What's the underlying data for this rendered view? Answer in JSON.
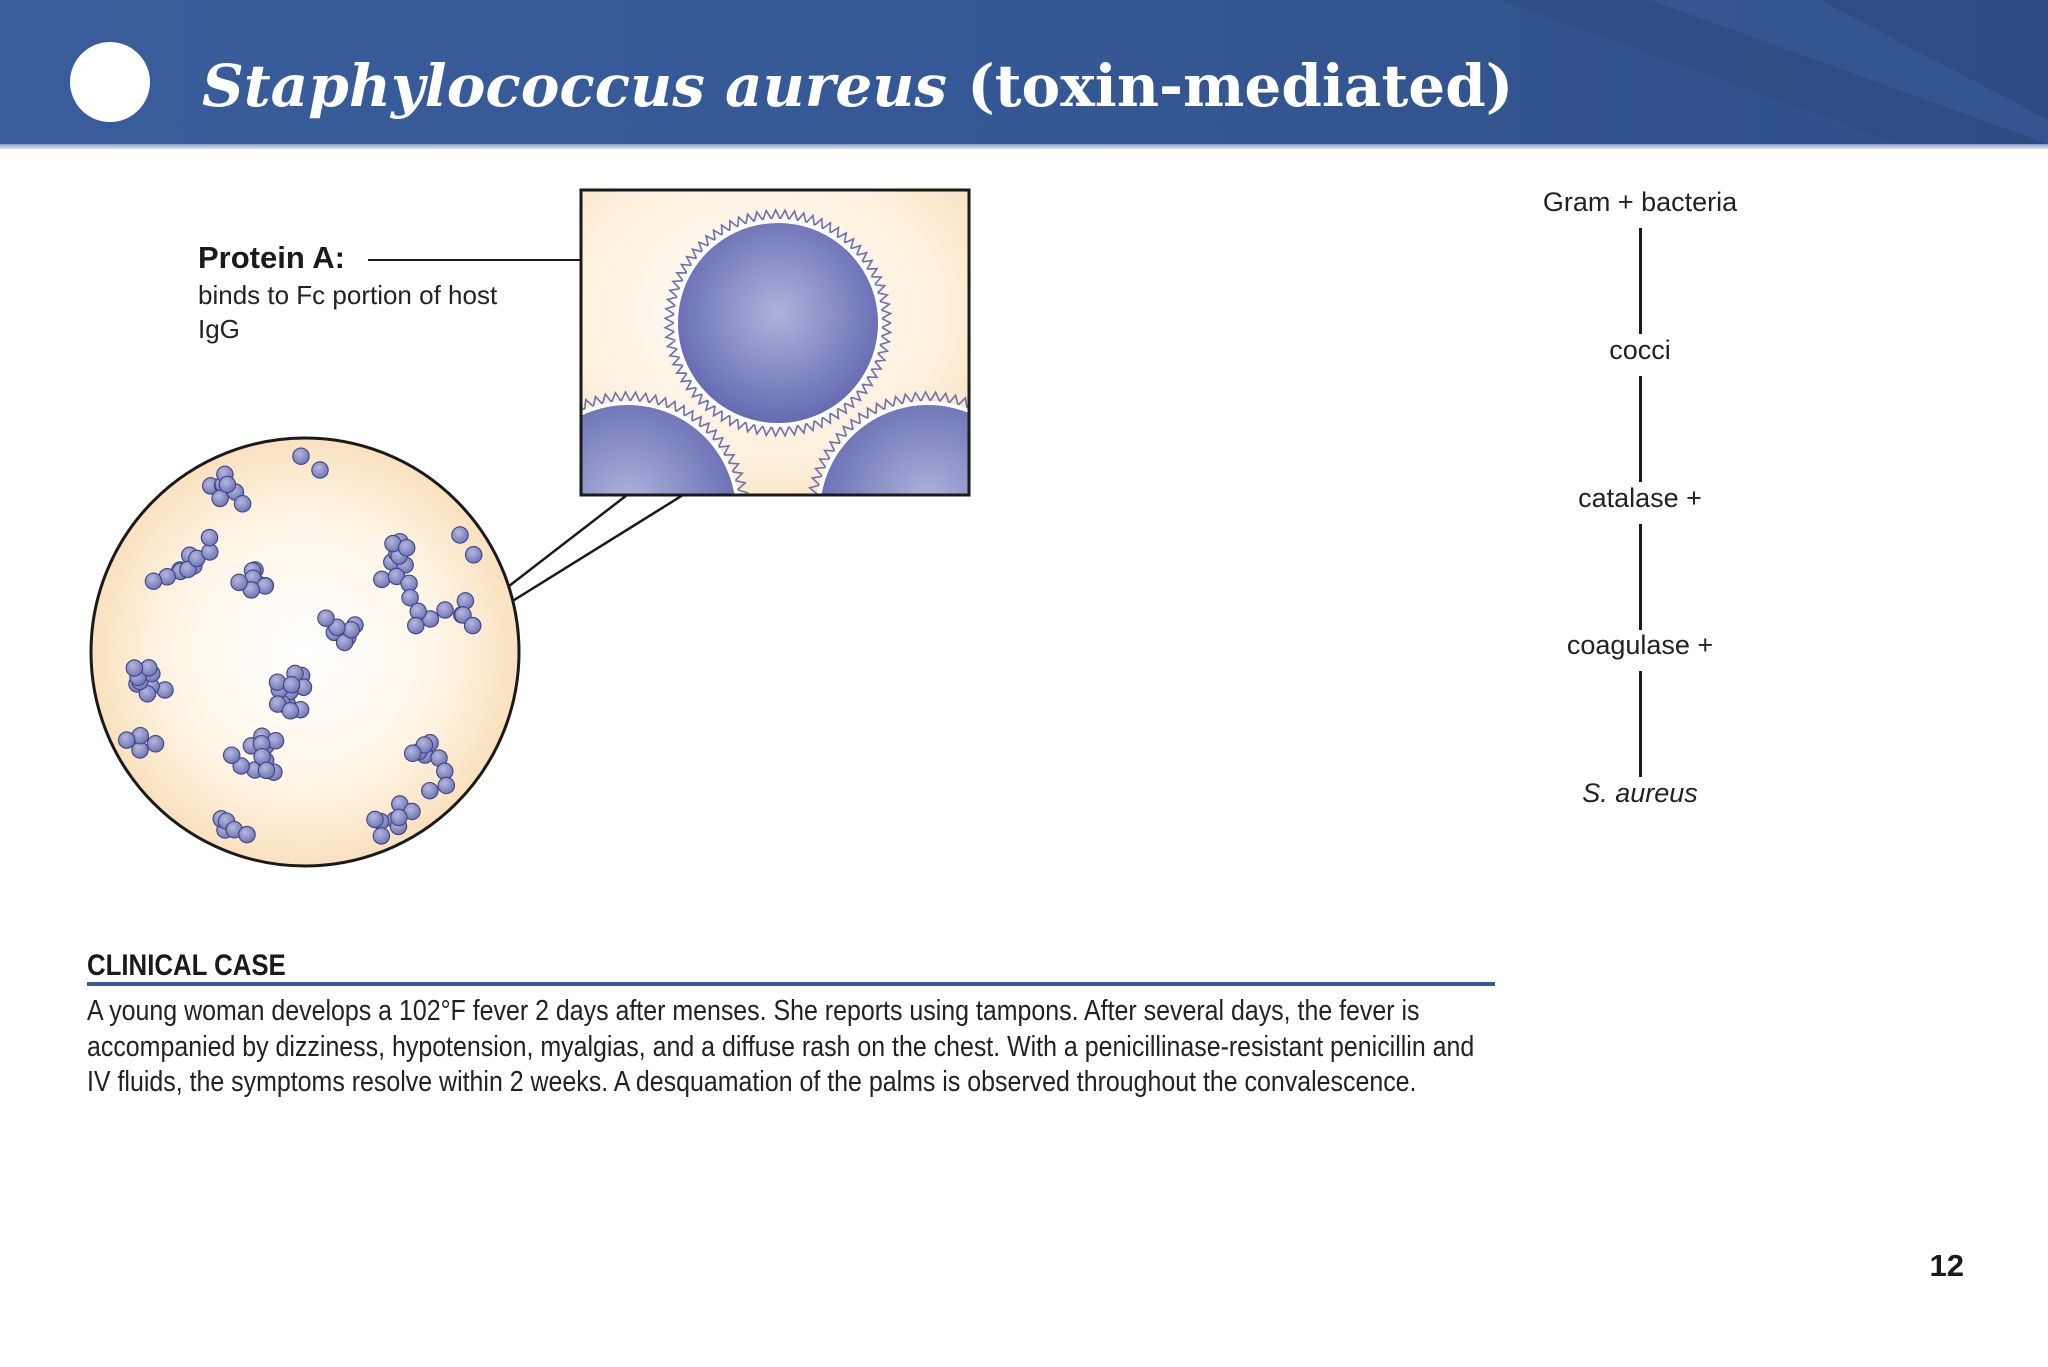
{
  "header": {
    "title_italic": "Staphylococcus aureus",
    "title_rest": " (toxin-mediated)",
    "bullet_icon": "white-circle-icon"
  },
  "illustration": {
    "protein_a_title": "Protein A:",
    "protein_a_desc": "binds to Fc portion of host IgG",
    "magnified_view_icon": "cocci-magnified-icon",
    "cluster_icon": "cocci-cluster-icon"
  },
  "flow": {
    "steps": [
      "Gram + bacteria",
      "cocci",
      "catalase +",
      "coagulase +",
      "S. aureus"
    ]
  },
  "clinical_case": {
    "heading": "CLINICAL CASE",
    "body": "A young woman develops a 102°F fever 2 days after menses. She reports using tampons. After several days, the fever is accompanied by dizziness, hypotension, myalgias, and a diffuse rash on the chest. With a penicillinase-resistant penicillin and IV fluids, the symptoms resolve within 2 weeks. A desquamation of the palms is observed throughout the convalescence."
  },
  "page_number": "12",
  "colors": {
    "banner": "#355996",
    "accent_rule": "#3a5894",
    "cocci": "#8288c4",
    "field_background": "#fbe6c6"
  }
}
